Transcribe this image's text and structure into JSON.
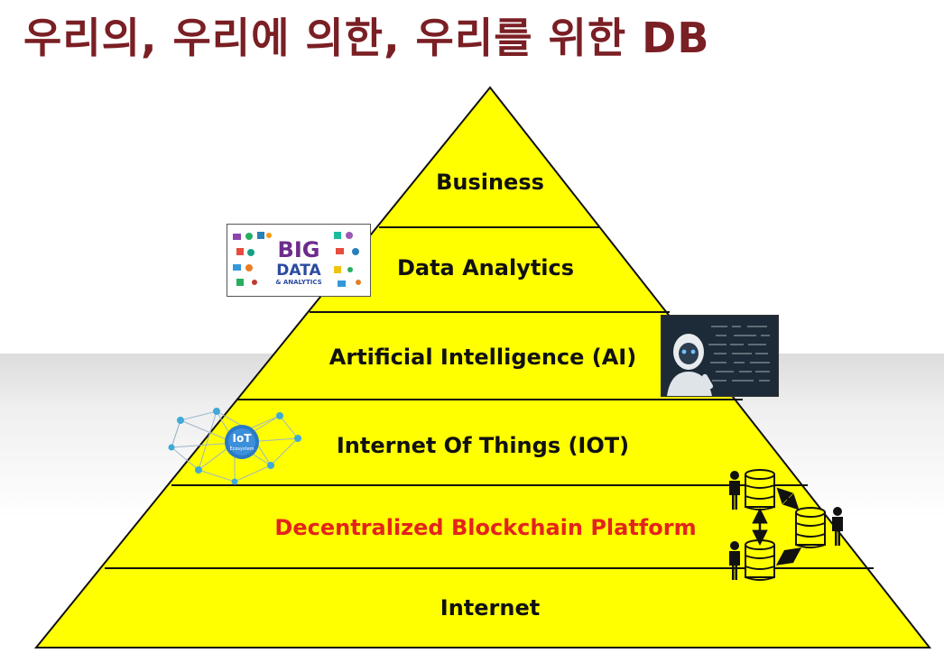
{
  "title": "우리의, 우리에 의한, 우리를 위한 DB",
  "levels": [
    {
      "label": "Business"
    },
    {
      "label": "Data Analytics"
    },
    {
      "label": "Artificial Intelligence (AI)"
    },
    {
      "label": "Internet Of Things (IOT)"
    },
    {
      "label": "Decentralized Blockchain Platform"
    },
    {
      "label": "Internet"
    }
  ],
  "images": {
    "big_data_logo": {
      "line1": "BIG",
      "line2": "DATA",
      "line3": "& ANALYTICS"
    },
    "iot_logo": {
      "line1": "IoT",
      "line2": "Ecosystem"
    }
  },
  "colors": {
    "pyramid_fill": "#ffff00",
    "title": "#7a1f24",
    "highlight": "#e3241c"
  }
}
